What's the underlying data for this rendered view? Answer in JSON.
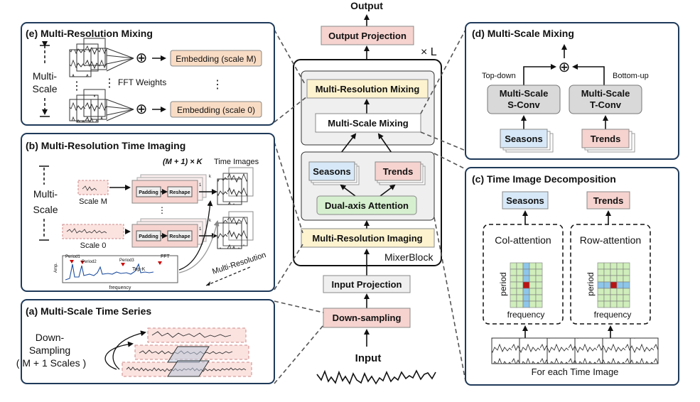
{
  "center": {
    "output_label": "Output",
    "output_projection": "Output Projection",
    "times_L": "× L",
    "multi_resolution_mixing": "Multi-Resolution Mixing",
    "multi_scale_mixing": "Multi-Scale Mixing",
    "seasons": "Seasons",
    "trends": "Trends",
    "dual_axis_attention": "Dual-axis Attention",
    "multi_resolution_imaging": "Multi-Resolution Imaging",
    "mixer_block": "MixerBlock",
    "input_projection": "Input Projection",
    "down_sampling": "Down-sampling",
    "input_label": "Input"
  },
  "panel_e": {
    "title": "(e) Multi-Resolution Mixing",
    "multi": "Multi-",
    "scale": "Scale",
    "fft_weights": "FFT Weights",
    "embedding_top": "Embedding (scale M)",
    "embedding_bottom": "Embedding (scale 0)",
    "dots": "⋮",
    "oplus": "⊕"
  },
  "panel_b": {
    "title": "(b) Multi-Resolution Time Imaging",
    "time_images_formula": "(M + 1) × K",
    "time_images": "Time Images",
    "multi": "Multi-",
    "scale": "Scale",
    "scale_M": "Scale M",
    "scale_0": "Scale 0",
    "padding": "Padding",
    "reshape": "Reshape",
    "period1": "Period1",
    "period2": "Period2",
    "period3": "Period3",
    "topk": "Top-K",
    "fft": "FFT",
    "amp": "Amp.",
    "frequency": "frequency",
    "multi_resolution": "Multi-Resolution",
    "one": "1",
    "k": "k"
  },
  "panel_a": {
    "title": "(a) Multi-Scale Time Series",
    "down": "Down-",
    "sampling": "Sampling",
    "scales": "( M + 1 Scales )"
  },
  "panel_d": {
    "title": "(d) Multi-Scale Mixing",
    "top_down": "Top-down",
    "bottom_up": "Bottom-up",
    "s_conv_1": "Multi-Scale",
    "s_conv_2": "S-Conv",
    "t_conv_1": "Multi-Scale",
    "t_conv_2": "T-Conv",
    "seasons": "Seasons",
    "trends": "Trends",
    "oplus": "⊕"
  },
  "panel_c": {
    "title": "(c) Time Image Decomposition",
    "seasons": "Seasons",
    "trends": "Trends",
    "col_attention": "Col-attention",
    "row_attention": "Row-attention",
    "period": "period",
    "frequency": "frequency",
    "for_each": "For each Time Image"
  },
  "colors": {
    "panel_border": "#1f3a5a",
    "pink": "#f6d3cf",
    "yellow": "#fdf3cf",
    "blue": "#d7e9f8",
    "green": "#d6f0cf",
    "gray": "#d9d9d9",
    "grid_green": "#cfeebb",
    "grid_blue": "#8ec6ea",
    "grid_red": "#b81414"
  }
}
